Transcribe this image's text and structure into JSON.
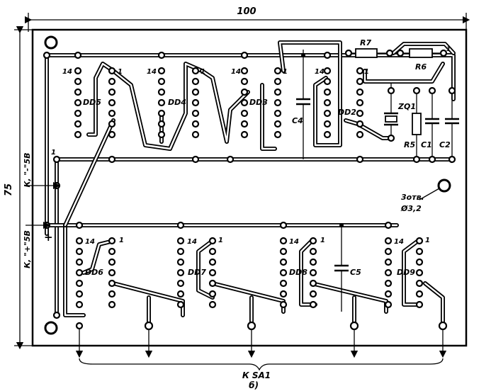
{
  "dimensions": {
    "width": "100",
    "height": "75",
    "hole": "3отв.\nØ3,2"
  },
  "power": {
    "minus": "К, \"-\"5В",
    "plus": "К, \"+\"5В",
    "plus_sign": "+"
  },
  "chips_top": [
    {
      "name": "DD5",
      "pin14": "14",
      "pin1": "1"
    },
    {
      "name": "DD4",
      "pin14": "14",
      "pin1": "1"
    },
    {
      "name": "DD3",
      "pin14": "14",
      "pin1": "1"
    },
    {
      "name": "DD2",
      "pin14": "14",
      "pin1": "1"
    }
  ],
  "chips_bottom": [
    {
      "name": "DD6",
      "pin14": "14",
      "pin1": "1"
    },
    {
      "name": "DD7",
      "pin14": "14",
      "pin1": "1"
    },
    {
      "name": "DD8",
      "pin14": "14",
      "pin1": "1"
    },
    {
      "name": "DD9",
      "pin14": "14",
      "pin1": "1"
    }
  ],
  "components": {
    "r7": "R7",
    "r6": "R6",
    "zq1": "ZQ1",
    "r5": "R5",
    "c1": "C1",
    "c2": "C2",
    "c4": "C4",
    "c5": "C5",
    "pin_one": "1"
  },
  "footer": {
    "connector": "К SA1",
    "subfigure": "б)"
  }
}
